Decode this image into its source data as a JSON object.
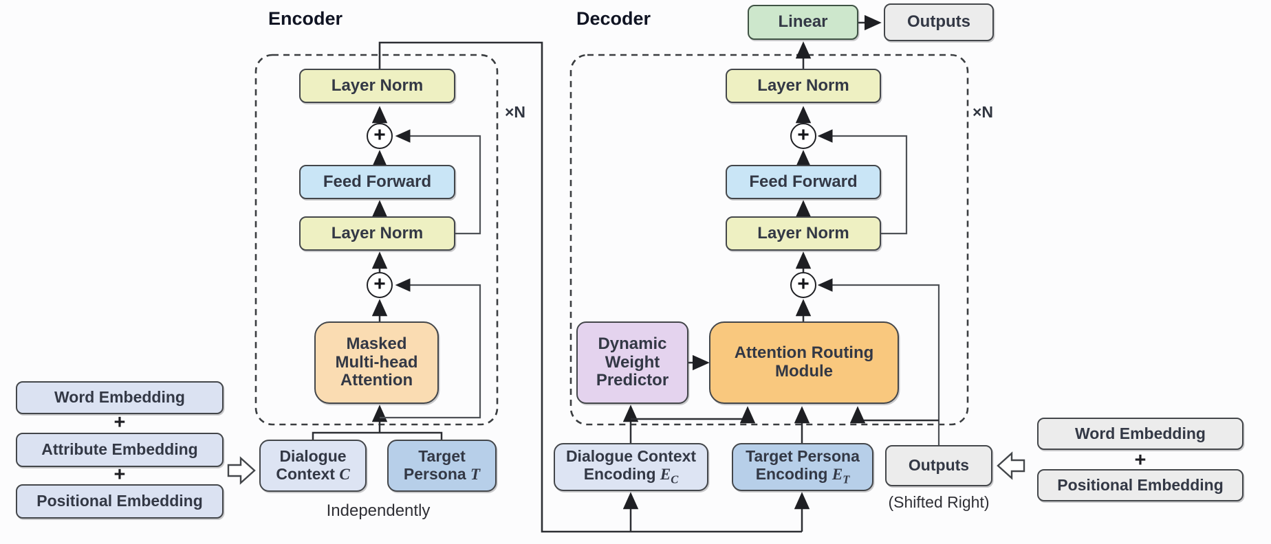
{
  "titles": {
    "encoder": "Encoder",
    "decoder": "Decoder"
  },
  "repeat_badge": {
    "encoder": "×N",
    "decoder": "×N"
  },
  "icons": {
    "sum": "+"
  },
  "encoder": {
    "layer_norm_top": "Layer Norm",
    "feed_forward": "Feed Forward",
    "layer_norm_mid": "Layer Norm",
    "masked_mha": [
      "Masked",
      "Multi-head",
      "Attention"
    ],
    "inputs": {
      "dialogue_context": {
        "line1": "Dialogue",
        "line2": "Context ",
        "symbol": "C"
      },
      "target_persona": {
        "line1": "Target",
        "line2": "Persona ",
        "symbol": "T"
      },
      "note": "Independently"
    }
  },
  "decoder": {
    "layer_norm_top": "Layer Norm",
    "feed_forward": "Feed Forward",
    "layer_norm_mid": "Layer Norm",
    "dynamic_weight_predictor": [
      "Dynamic",
      "Weight",
      "Predictor"
    ],
    "attention_routing_module": [
      "Attention Routing",
      "Module"
    ],
    "linear": "Linear",
    "outputs_top": "Outputs",
    "inputs": {
      "dialogue_context_encoding": {
        "line1": "Dialogue Context",
        "line2": "Encoding ",
        "symbol": "E",
        "subscript": "C"
      },
      "target_persona_encoding": {
        "line1": "Target Persona",
        "line2": "Encoding ",
        "symbol": "E",
        "subscript": "T"
      },
      "outputs": {
        "label": "Outputs",
        "note": "(Shifted Right)"
      }
    }
  },
  "left_embeddings": {
    "word": "Word Embedding",
    "plus1": "+",
    "attribute": "Attribute Embedding",
    "plus2": "+",
    "positional": "Positional Embedding"
  },
  "right_embeddings": {
    "word": "Word Embedding",
    "plus": "+",
    "positional": "Positional Embedding"
  },
  "colors": {
    "layernorm": "#eef0c2",
    "feedforward": "#c9e5f6",
    "mma": "#fadcb2",
    "arm": "#f9c87e",
    "dwp": "#e4d3ee",
    "ctx": "#dde4f3",
    "persona": "#b7cfe9",
    "embed": "#dbe2f2",
    "graybox": "#ececec",
    "linear": "#cde7cc",
    "bdr": "#43464a",
    "line": "#2c2e33",
    "res": "#4e5156",
    "text": "#333845"
  }
}
